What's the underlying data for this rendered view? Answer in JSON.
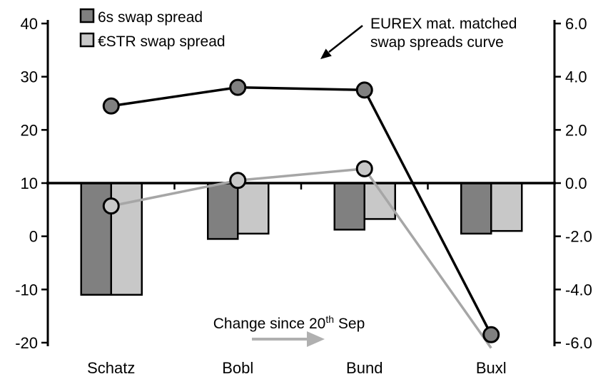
{
  "legend": {
    "items": [
      {
        "label": "6s swap spread",
        "color": "#808080"
      },
      {
        "label": "€STR swap spread",
        "color": "#c8c8c8"
      }
    ]
  },
  "annotations": {
    "curve_label": {
      "line1": "EUREX mat. matched",
      "line2": "swap spreads curve"
    },
    "change_label": {
      "prefix": "Change since 20",
      "sup": "th",
      "suffix": " Sep"
    }
  },
  "colors": {
    "dark_gray": "#808080",
    "light_gray": "#c8c8c8",
    "black_line": "#000000",
    "gray_line": "#a6a6a6",
    "gray_arrow": "#b0b0b0"
  },
  "chart_data": {
    "type": "combo",
    "categories": [
      "Schatz",
      "Bobl",
      "Bund",
      "Buxl"
    ],
    "series": [
      {
        "name": "6s swap spread level (line)",
        "type": "line",
        "axis": "left",
        "line_color": "#000000",
        "marker_fill": "#808080",
        "values": [
          24.5,
          28.0,
          27.5,
          -18.5
        ],
        "markers": [
          true,
          true,
          true,
          true
        ]
      },
      {
        "name": "€STR swap spread level (line)",
        "type": "line",
        "axis": "left",
        "line_color": "#a6a6a6",
        "marker_fill": "#c8c8c8",
        "values": [
          5.7,
          10.5,
          12.7,
          -21.0
        ],
        "markers": [
          true,
          true,
          true,
          false
        ]
      },
      {
        "name": "6s swap spread change since 20th Sep (bar)",
        "type": "bar",
        "axis": "right",
        "fill": "#808080",
        "values": [
          -4.2,
          -2.1,
          -1.75,
          -1.9
        ]
      },
      {
        "name": "€STR swap spread change since 20th Sep (bar)",
        "type": "bar",
        "axis": "right",
        "fill": "#c8c8c8",
        "values": [
          -4.2,
          -1.9,
          -1.35,
          -1.8
        ]
      }
    ],
    "left_axis": {
      "ticks": [
        "40",
        "30",
        "20",
        "10",
        "0",
        "-10",
        "-20"
      ],
      "min": -20,
      "max": 40
    },
    "right_axis": {
      "ticks": [
        "6.0",
        "4.0",
        "2.0",
        "0.0",
        "-2.0",
        "-4.0",
        "-6.0"
      ],
      "min": -6,
      "max": 6
    },
    "title": "",
    "annotation": "EUREX mat. matched swap spreads curve",
    "bar_annotation": "Change since 20th Sep",
    "legend_position": "top-left",
    "grid": false
  }
}
